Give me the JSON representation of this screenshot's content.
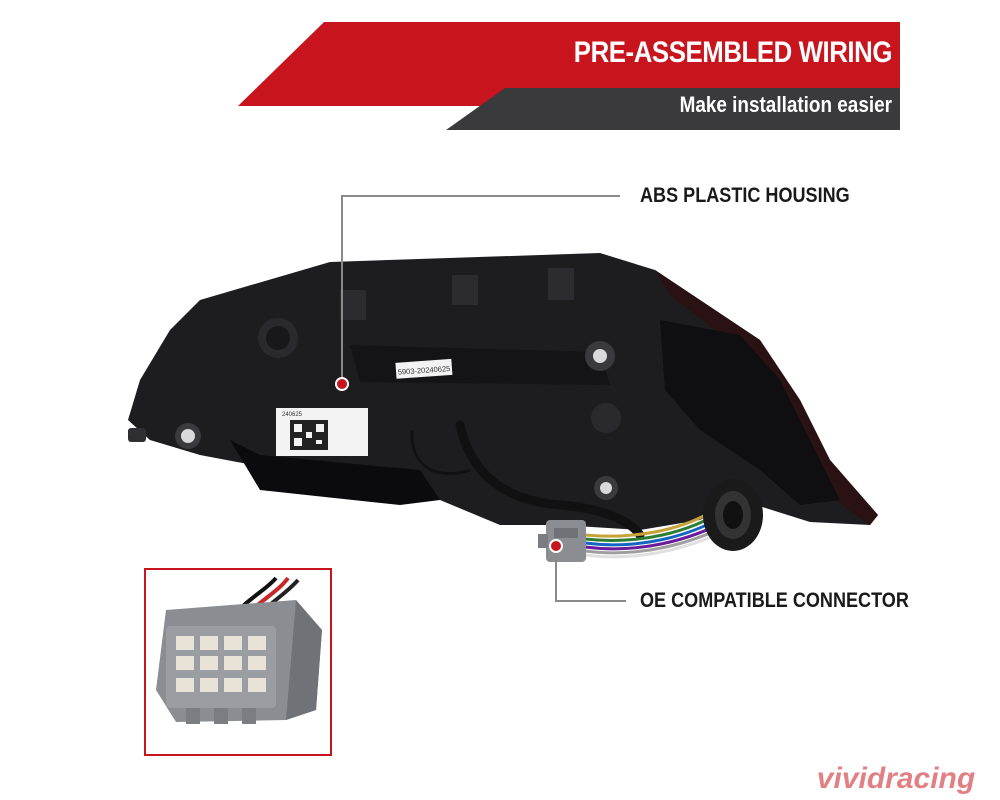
{
  "banner": {
    "headline": "PRE-ASSEMBLED WIRING",
    "subline": "Make installation easier"
  },
  "callouts": {
    "housing_label": "ABS PLASTIC HOUSING",
    "connector_label": "OE COMPATIBLE CONNECTOR"
  },
  "product_labels": {
    "sticker_code": "5903-20240625",
    "sticker_small": "240625"
  },
  "brand": {
    "watermark": "vividracing"
  },
  "colors": {
    "accent_red": "#c8151d",
    "banner_dark": "#3a3a3c",
    "housing": "#1d1d20",
    "connector_gray": "#8a8d92"
  }
}
